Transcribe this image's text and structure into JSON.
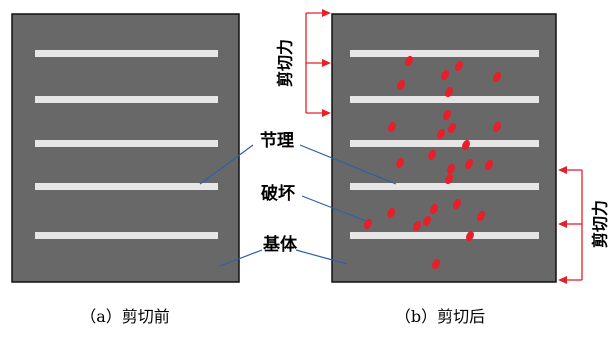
{
  "labels": {
    "texture": "节理",
    "damage": "破坏",
    "matrix": "基体",
    "shear_force_top": "剪切力",
    "shear_force_right": "剪切力"
  },
  "captions": {
    "before": "（a）剪切前",
    "after": "（b）剪切后"
  },
  "colors": {
    "block_fill": "#686868",
    "block_stroke": "#111111",
    "stripe_fill": "#e6e6e6",
    "damage_red": "#e5202a",
    "arrow_red": "#e5202a",
    "leader_blue": "#2f5fa6"
  },
  "damage_spot_count": 27
}
